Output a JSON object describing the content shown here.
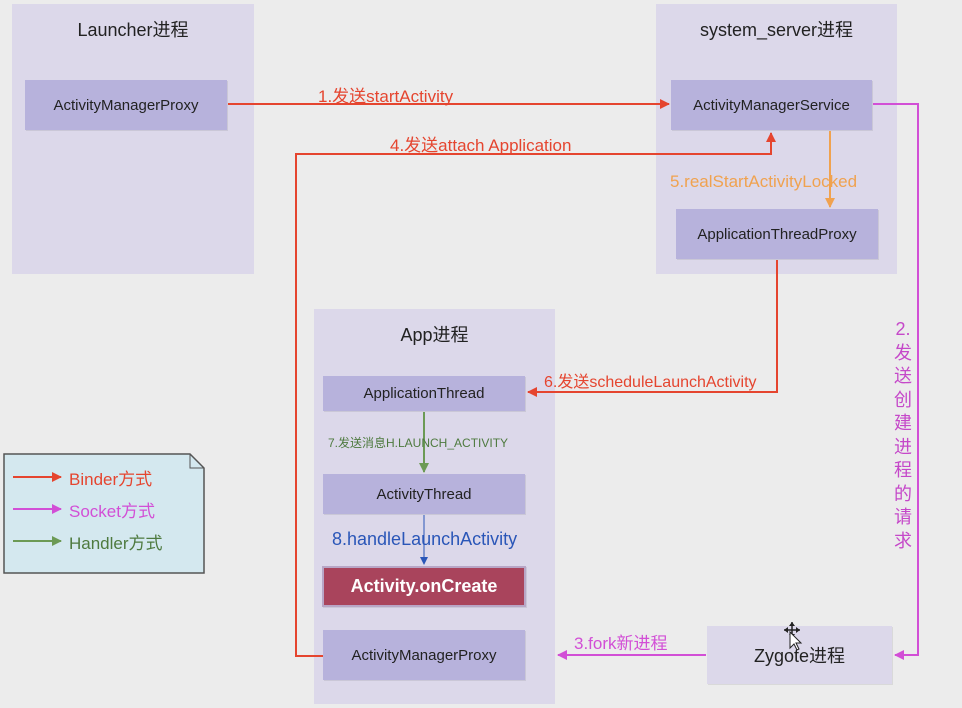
{
  "processes": {
    "launcher": {
      "title": "Launcher进程",
      "proxy": "ActivityManagerProxy"
    },
    "system_server": {
      "title": "system_server进程",
      "ams": "ActivityManagerService",
      "atp": "ApplicationThreadProxy"
    },
    "app": {
      "title": "App进程",
      "application_thread": "ApplicationThread",
      "activity_thread": "ActivityThread",
      "on_create": "Activity.onCreate",
      "proxy": "ActivityManagerProxy"
    },
    "zygote": {
      "title": "Zygote进程"
    }
  },
  "edges": {
    "e1": "1.发送startActivity",
    "e2": "2.发送创建进程的请求",
    "e3": "3.fork新进程",
    "e4": "4.发送attach Application",
    "e5": "5.realStartActivityLocked",
    "e6": "6.发送scheduleLaunchActivity",
    "e7": "7.发送消息H.LAUNCH_ACTIVITY",
    "e8": "8.handleLaunchActivity"
  },
  "legend": {
    "binder": "Binder方式",
    "socket": "Socket方式",
    "handler": "Handler方式"
  },
  "colors": {
    "binder": "#e5452f",
    "socket": "#d24fd6",
    "handler": "#6c9a55",
    "orange": "#f0a24f",
    "blue": "#2a56b8",
    "process_bg": "#dcd8ea",
    "box_bg": "#b7b2dc",
    "highlight_box": "#a9445c"
  }
}
